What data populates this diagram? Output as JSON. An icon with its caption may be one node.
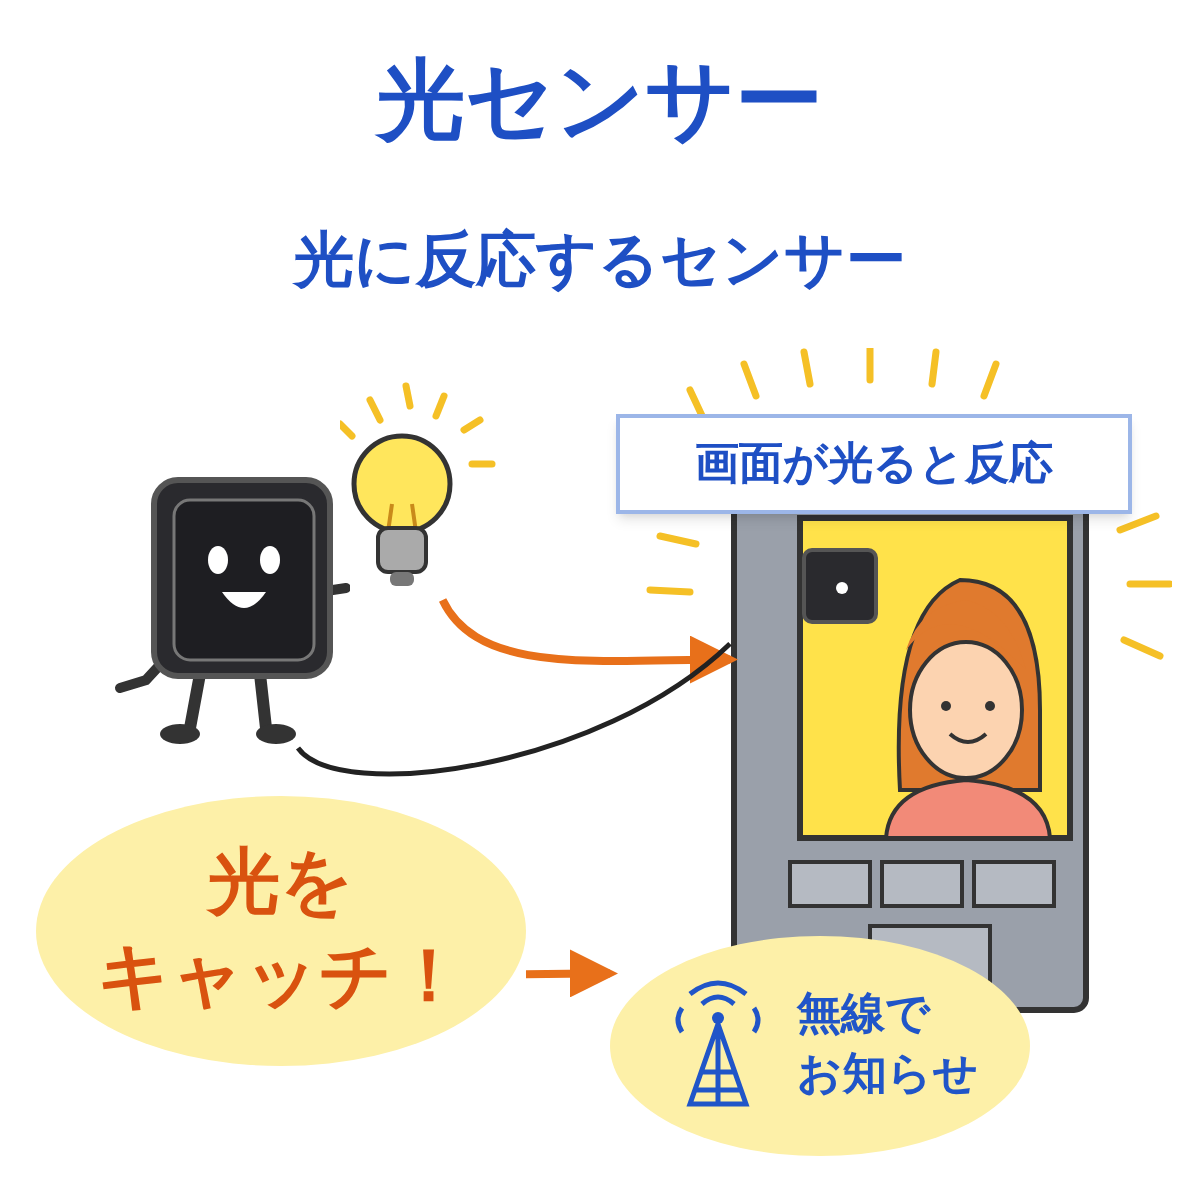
{
  "diagram": {
    "title": "光センサー",
    "nodes": [
      {
        "text": [],
        "shape": "picture"
      },
      {
        "text": [],
        "shape": "picture"
      },
      {
        "text": [],
        "shape": "picture"
      },
      {
        "text": [
          "画面が光ると反応"
        ]
      },
      {
        "text": [
          "光を",
          "キャッチ！"
        ]
      },
      {
        "text": [
          "無線で",
          "お知らせ"
        ]
      }
    ],
    "edges": [
      {
        "from": 1,
        "to": 2,
        "arrow": "to"
      },
      {
        "from": 0,
        "to": 2,
        "arrow": "none",
        "color": "#222222"
      },
      {
        "from": 4,
        "to": 5,
        "arrow": "to"
      }
    ],
    "labels": [
      "光に反応するセンサー"
    ]
  }
}
